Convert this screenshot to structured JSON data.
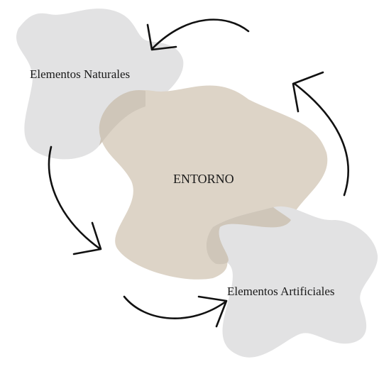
{
  "labels": {
    "natural": "Elementos Naturales",
    "center": "ENTORNO",
    "artificial": "Elementos Artificiales"
  },
  "colors": {
    "blob_gray": "#e2e2e3",
    "blob_center": "#ddd4c7",
    "overlap": "#cfc6b9",
    "arrow": "#111111",
    "text": "#1a1a1a"
  }
}
